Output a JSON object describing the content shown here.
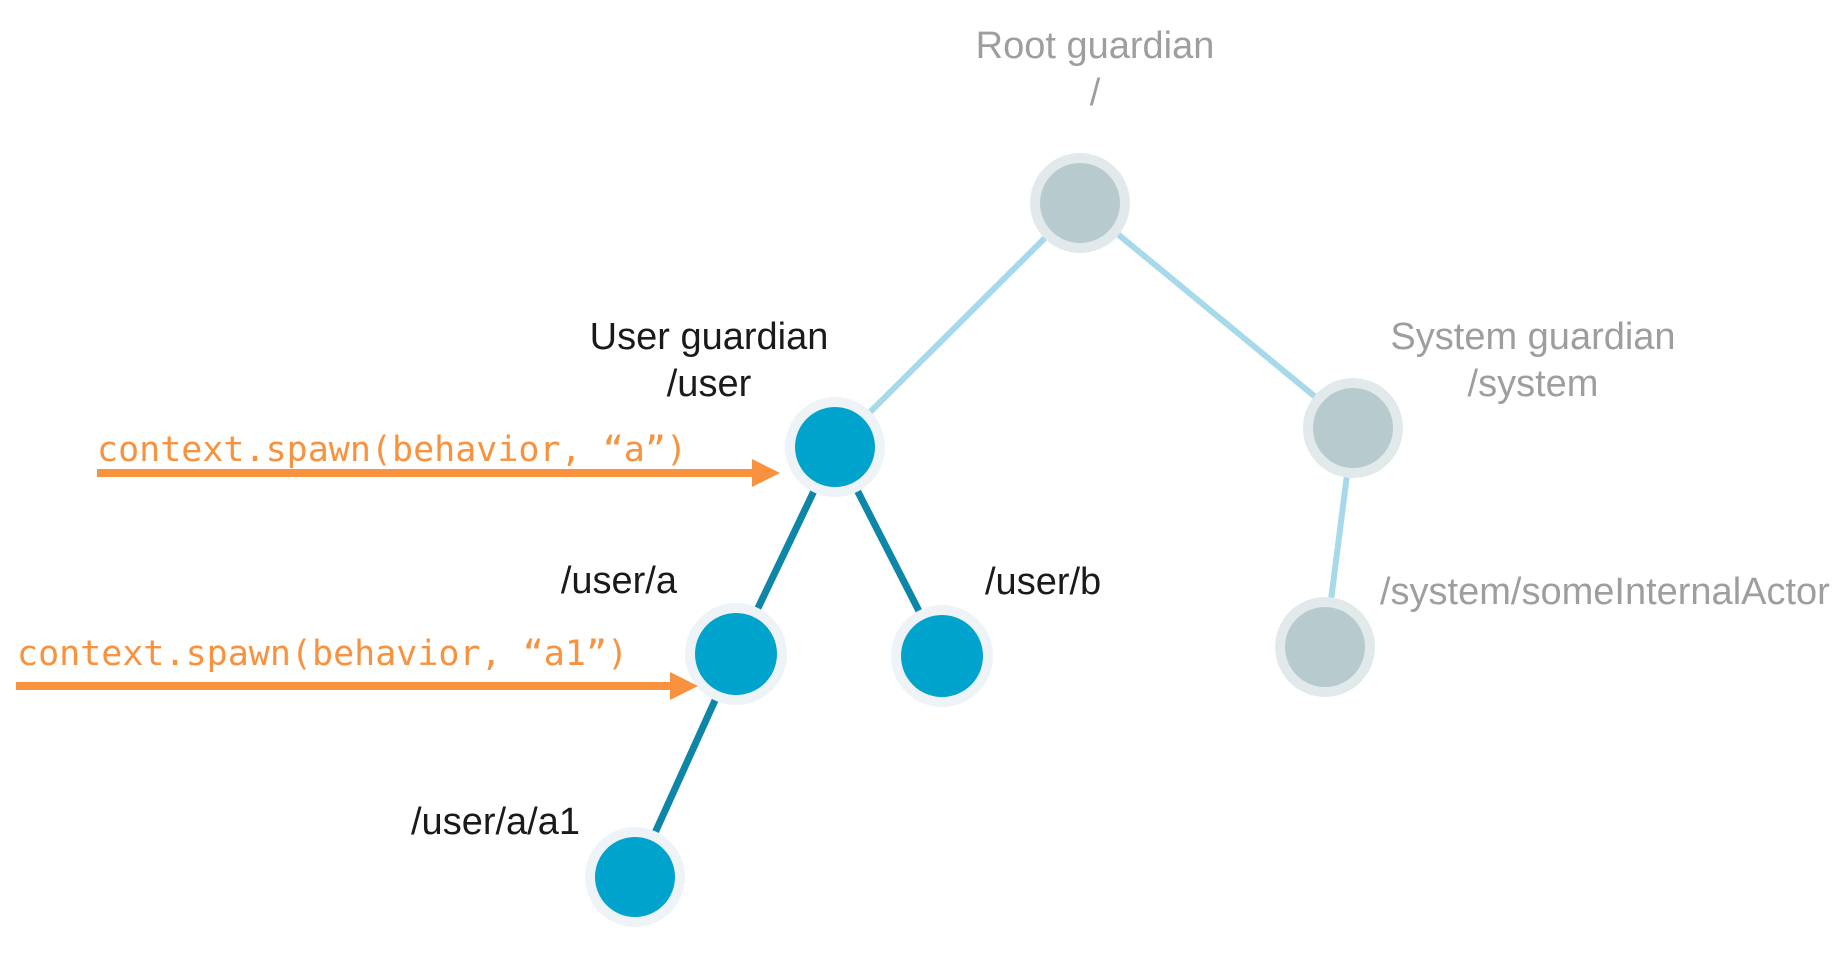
{
  "diagram": {
    "description": "Actor hierarchy tree with guardians and spawned child actors",
    "colors": {
      "actor_active_fill": "#00a3cc",
      "actor_active_ring": "#eef3f7",
      "actor_inactive_fill": "#b7cacd",
      "actor_inactive_ring": "#e2e9eb",
      "edge_inactive": "#a6d9e9",
      "edge_active": "#0e86a8",
      "annotation_orange": "#f8923e",
      "label_gray": "#9e9e9e",
      "label_black": "#1a1a1a"
    },
    "nodes": {
      "root": {
        "title": "Root guardian",
        "path": "/"
      },
      "user": {
        "title": "User guardian",
        "path": "/user"
      },
      "system": {
        "title": "System guardian",
        "path": "/system"
      },
      "user_a": {
        "path": "/user/a"
      },
      "user_b": {
        "path": "/user/b"
      },
      "system_internal": {
        "path": "/system/someInternalActor"
      },
      "user_a_a1": {
        "path": "/user/a/a1"
      }
    },
    "annotations": {
      "spawn_a": {
        "code": "context.spawn(behavior, “a”)"
      },
      "spawn_a1": {
        "code": "context.spawn(behavior, “a1”)"
      }
    }
  }
}
